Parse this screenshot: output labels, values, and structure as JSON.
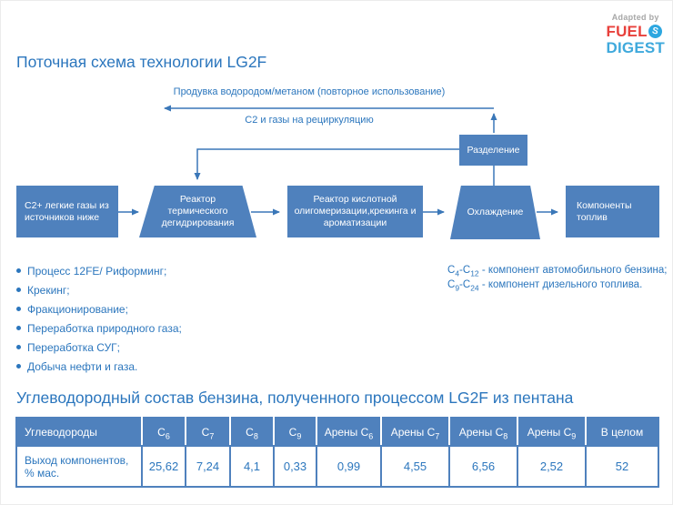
{
  "colors": {
    "node_blue": "#4f81bd",
    "text_blue": "#2b76bd",
    "line_blue": "#3a77b8",
    "logo_red": "#e8413c",
    "logo_lightblue": "#3fa9dc",
    "logo_gray": "#a7a7a7"
  },
  "logo": {
    "adapted_by": "Adapted by",
    "fuel": "FUEL",
    "icon_letter": "S",
    "digest": "DIGEST"
  },
  "sections": {
    "flow_title": "Поточная схема технологии LG2F",
    "table_title": "Углеводородный состав бензина, полученного процессом LG2F из пентана"
  },
  "diagram": {
    "labels": {
      "purge": "Продувка водородом/метаном (повторное использование)",
      "recycle": "С2 и газы на рециркуляцию"
    },
    "nodes": {
      "feed": "С2+ легкие газы из источников ниже",
      "thermal_reactor": "Реактор термического дегидрирования",
      "acid_reactor": "Реактор кислотной олигомеризации,крекинга и ароматизации",
      "separation": "Разделение",
      "cooling": "Охлаждение",
      "products": "Компоненты топлив"
    }
  },
  "bullets": [
    "Процесс 12FE/ Риформинг;",
    "Крекинг;",
    "Фракционирование;",
    "Переработка природного газа;",
    "Переработка СУГ;",
    "Добыча нефти и газа."
  ],
  "notes": [
    {
      "base1": "C",
      "sub1": "4",
      "mid": "-C",
      "sub2": "12",
      "text": " - компонент автомобильного бензина;"
    },
    {
      "base1": "C",
      "sub1": "9",
      "mid": "-C",
      "sub2": "24",
      "text": " - компонент дизельного топлива."
    }
  ],
  "table": {
    "columns": [
      {
        "label": "Углеводороды",
        "sub": ""
      },
      {
        "label": "C",
        "sub": "6"
      },
      {
        "label": "C",
        "sub": "7"
      },
      {
        "label": "C",
        "sub": "8"
      },
      {
        "label": "C",
        "sub": "9"
      },
      {
        "label": "Арены C",
        "sub": "6"
      },
      {
        "label": "Арены C",
        "sub": "7"
      },
      {
        "label": "Арены C",
        "sub": "8"
      },
      {
        "label": "Арены C",
        "sub": "9"
      },
      {
        "label": "В целом",
        "sub": ""
      }
    ],
    "row_label": "Выход компонентов, % мас.",
    "values": [
      "25,62",
      "7,24",
      "4,1",
      "0,33",
      "0,99",
      "4,55",
      "6,56",
      "2,52",
      "52"
    ]
  }
}
